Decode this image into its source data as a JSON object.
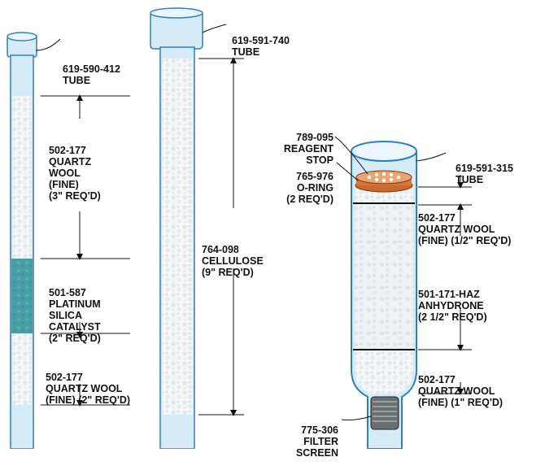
{
  "colors": {
    "tube_fill": "#d6ebf8",
    "tube_stroke": "#2f7fbf",
    "wool_fill": "#f2f4f5",
    "catalyst_fill": "#4a9fa6",
    "cellulose_fill": "#eef2f4",
    "o_ring": "#c9692c",
    "leader": "#111111"
  },
  "tube1": {
    "part_no": "619-590-412",
    "part_name": "TUBE",
    "quartz_wool_top": [
      "502-177",
      "QUARTZ",
      "WOOL",
      "(FINE)",
      "(3\" REQ'D)"
    ],
    "catalyst": [
      "501-587",
      "PLATINUM",
      "SILICA",
      "CATALYST",
      "(2\" REQ'D)"
    ],
    "quartz_wool_bottom": [
      "502-177",
      "QUARTZ WOOL",
      "(FINE) (2\" REQ'D)"
    ]
  },
  "tube2": {
    "part_no": "619-591-740",
    "part_name": "TUBE",
    "cellulose": [
      "764-098",
      "CELLULOSE",
      "(9\" REQ'D)"
    ]
  },
  "tube3": {
    "part_no": "619-591-315",
    "part_name": "TUBE",
    "reagent_stop": [
      "789-095",
      "REAGENT",
      "STOP"
    ],
    "o_ring": [
      "765-976",
      "O-RING",
      "(2 REQ'D)"
    ],
    "quartz_wool_top": [
      "502-177",
      "QUARTZ WOOL",
      "(FINE) (1/2\" REQ'D)"
    ],
    "anhydrone": [
      "501-171-HAZ",
      "ANHYDRONE",
      "(2 1/2\" REQ'D)"
    ],
    "quartz_wool_bottom": [
      "502-177",
      "QUARTZ WOOL",
      "(FINE) (1\" REQ'D)"
    ],
    "filter_screen": [
      "775-306",
      "FILTER",
      "SCREEN"
    ]
  }
}
